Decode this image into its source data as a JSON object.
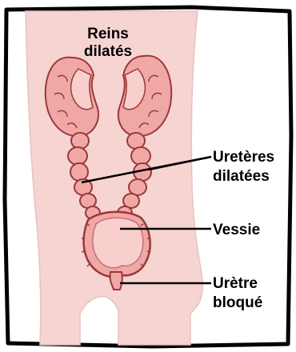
{
  "labels": {
    "kidneys_line1": "Reins",
    "kidneys_line2": "dilatés",
    "ureters_line1": "Uretères",
    "ureters_line2": "dilatées",
    "bladder": "Vessie",
    "urethra_line1": "Urètre",
    "urethra_line2": "bloqué"
  },
  "colors": {
    "body": "#f6d4d2",
    "organ": "#f0a8a6",
    "organ_light": "#f8cfcc",
    "outline": "#9a3838",
    "frame": "#000000"
  }
}
